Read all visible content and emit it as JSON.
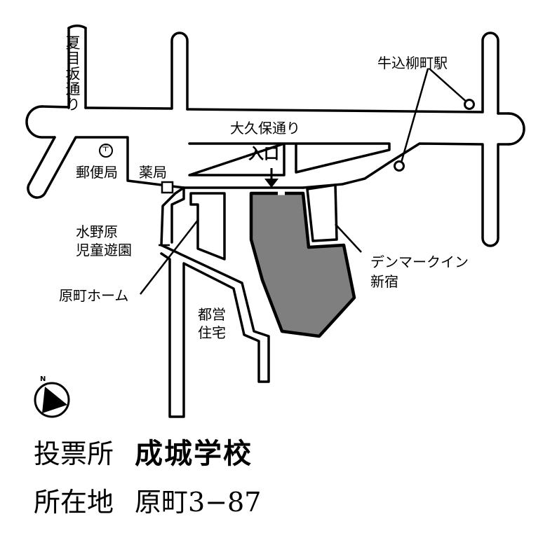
{
  "map": {
    "roads": {
      "natsumezaka": "夏目坂通り",
      "okubo": "大久保通り"
    },
    "places": {
      "station": "牛込柳町駅",
      "post_office": "郵便局",
      "pharmacy": "薬局",
      "park_line1": "水野原",
      "park_line2": "児童遊園",
      "haramachi_home": "原町ホーム",
      "housing_line1": "都営",
      "housing_line2": "住宅",
      "hotel_line1": "デンマークイン",
      "hotel_line2": "新宿"
    },
    "entrance": "入口",
    "post_symbol": "〒",
    "north": "N",
    "icons": {
      "north_arrow": "north-arrow-icon",
      "post_office": "post-office-icon",
      "station": "station-icon",
      "pharmacy": "pharmacy-icon",
      "entrance_arrow": "arrow-down-icon"
    },
    "colors": {
      "school_fill": "#7f7f7f",
      "ink": "#000000",
      "background": "#ffffff"
    }
  },
  "info": {
    "polling_label": "投票所",
    "polling_value": "成城学校",
    "address_label": "所在地",
    "address_value": "原町3−87"
  }
}
